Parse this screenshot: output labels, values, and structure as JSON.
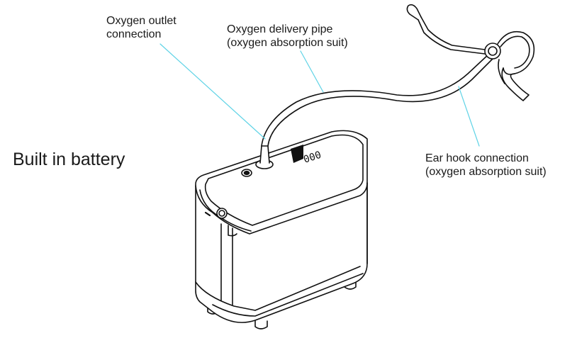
{
  "labels": {
    "outlet": {
      "line1": "Oxygen outlet",
      "line2": "connection"
    },
    "pipe": {
      "line1": "Oxygen delivery pipe",
      "line2": "(oxygen absorption suit)"
    },
    "ear_hook": {
      "line1": "Ear hook connection",
      "line2": "(oxygen absorption suit)"
    },
    "battery": "Built in battery"
  },
  "display_text": "000",
  "colors": {
    "leader_line": "#5fd3e6",
    "outline": "#111111"
  }
}
